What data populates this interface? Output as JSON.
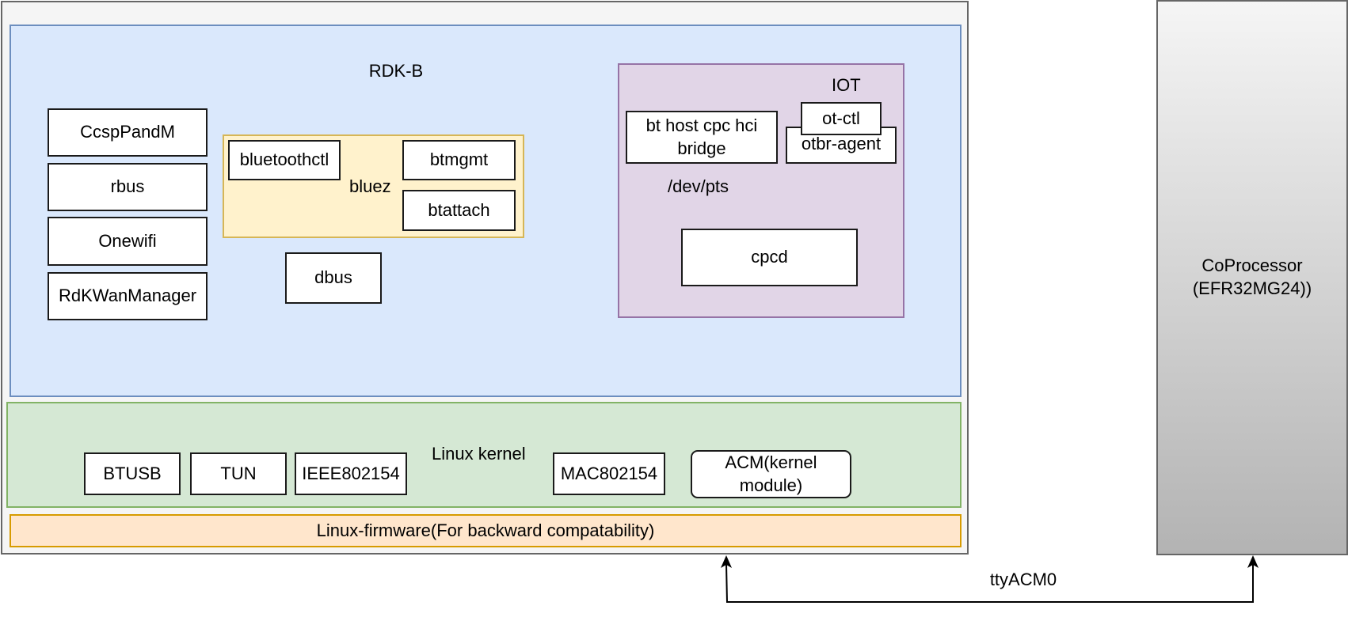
{
  "diagram": {
    "rdkb": {
      "title": "RDK-B",
      "components": [
        "CcspPandM",
        "rbus",
        "Onewifi",
        "RdKWanManager"
      ],
      "bluez": {
        "label": "bluez",
        "bluetoothctl": "bluetoothctl",
        "btmgmt": "btmgmt",
        "btattach": "btattach"
      },
      "dbus": "dbus",
      "iot": {
        "label": "IOT",
        "bt_host": "bt host cpc hci bridge",
        "ot_ctl": "ot-ctl",
        "otbr_agent": "otbr-agent",
        "dev_pts": "/dev/pts",
        "cpcd": "cpcd"
      }
    },
    "kernel": {
      "label": "Linux kernel",
      "modules": [
        "BTUSB",
        "TUN",
        "IEEE802154",
        "MAC802154"
      ],
      "acm": "ACM(kernel module)"
    },
    "firmware": "Linux-firmware(For backward compatability)",
    "coprocessor": {
      "line1": "CoProcessor",
      "line2": "(EFR32MG24))"
    },
    "link": "ttyACM0",
    "colors": {
      "rdkb_fill": "#dae8fc",
      "rdkb_border": "#6c8ebf",
      "bluez_fill": "#fff2cc",
      "bluez_border": "#d6b656",
      "iot_fill": "#e1d5e7",
      "iot_border": "#9673a6",
      "kernel_fill": "#d5e8d4",
      "kernel_border": "#82b366",
      "firmware_fill": "#ffe6cc",
      "firmware_border": "#d79b00"
    }
  }
}
